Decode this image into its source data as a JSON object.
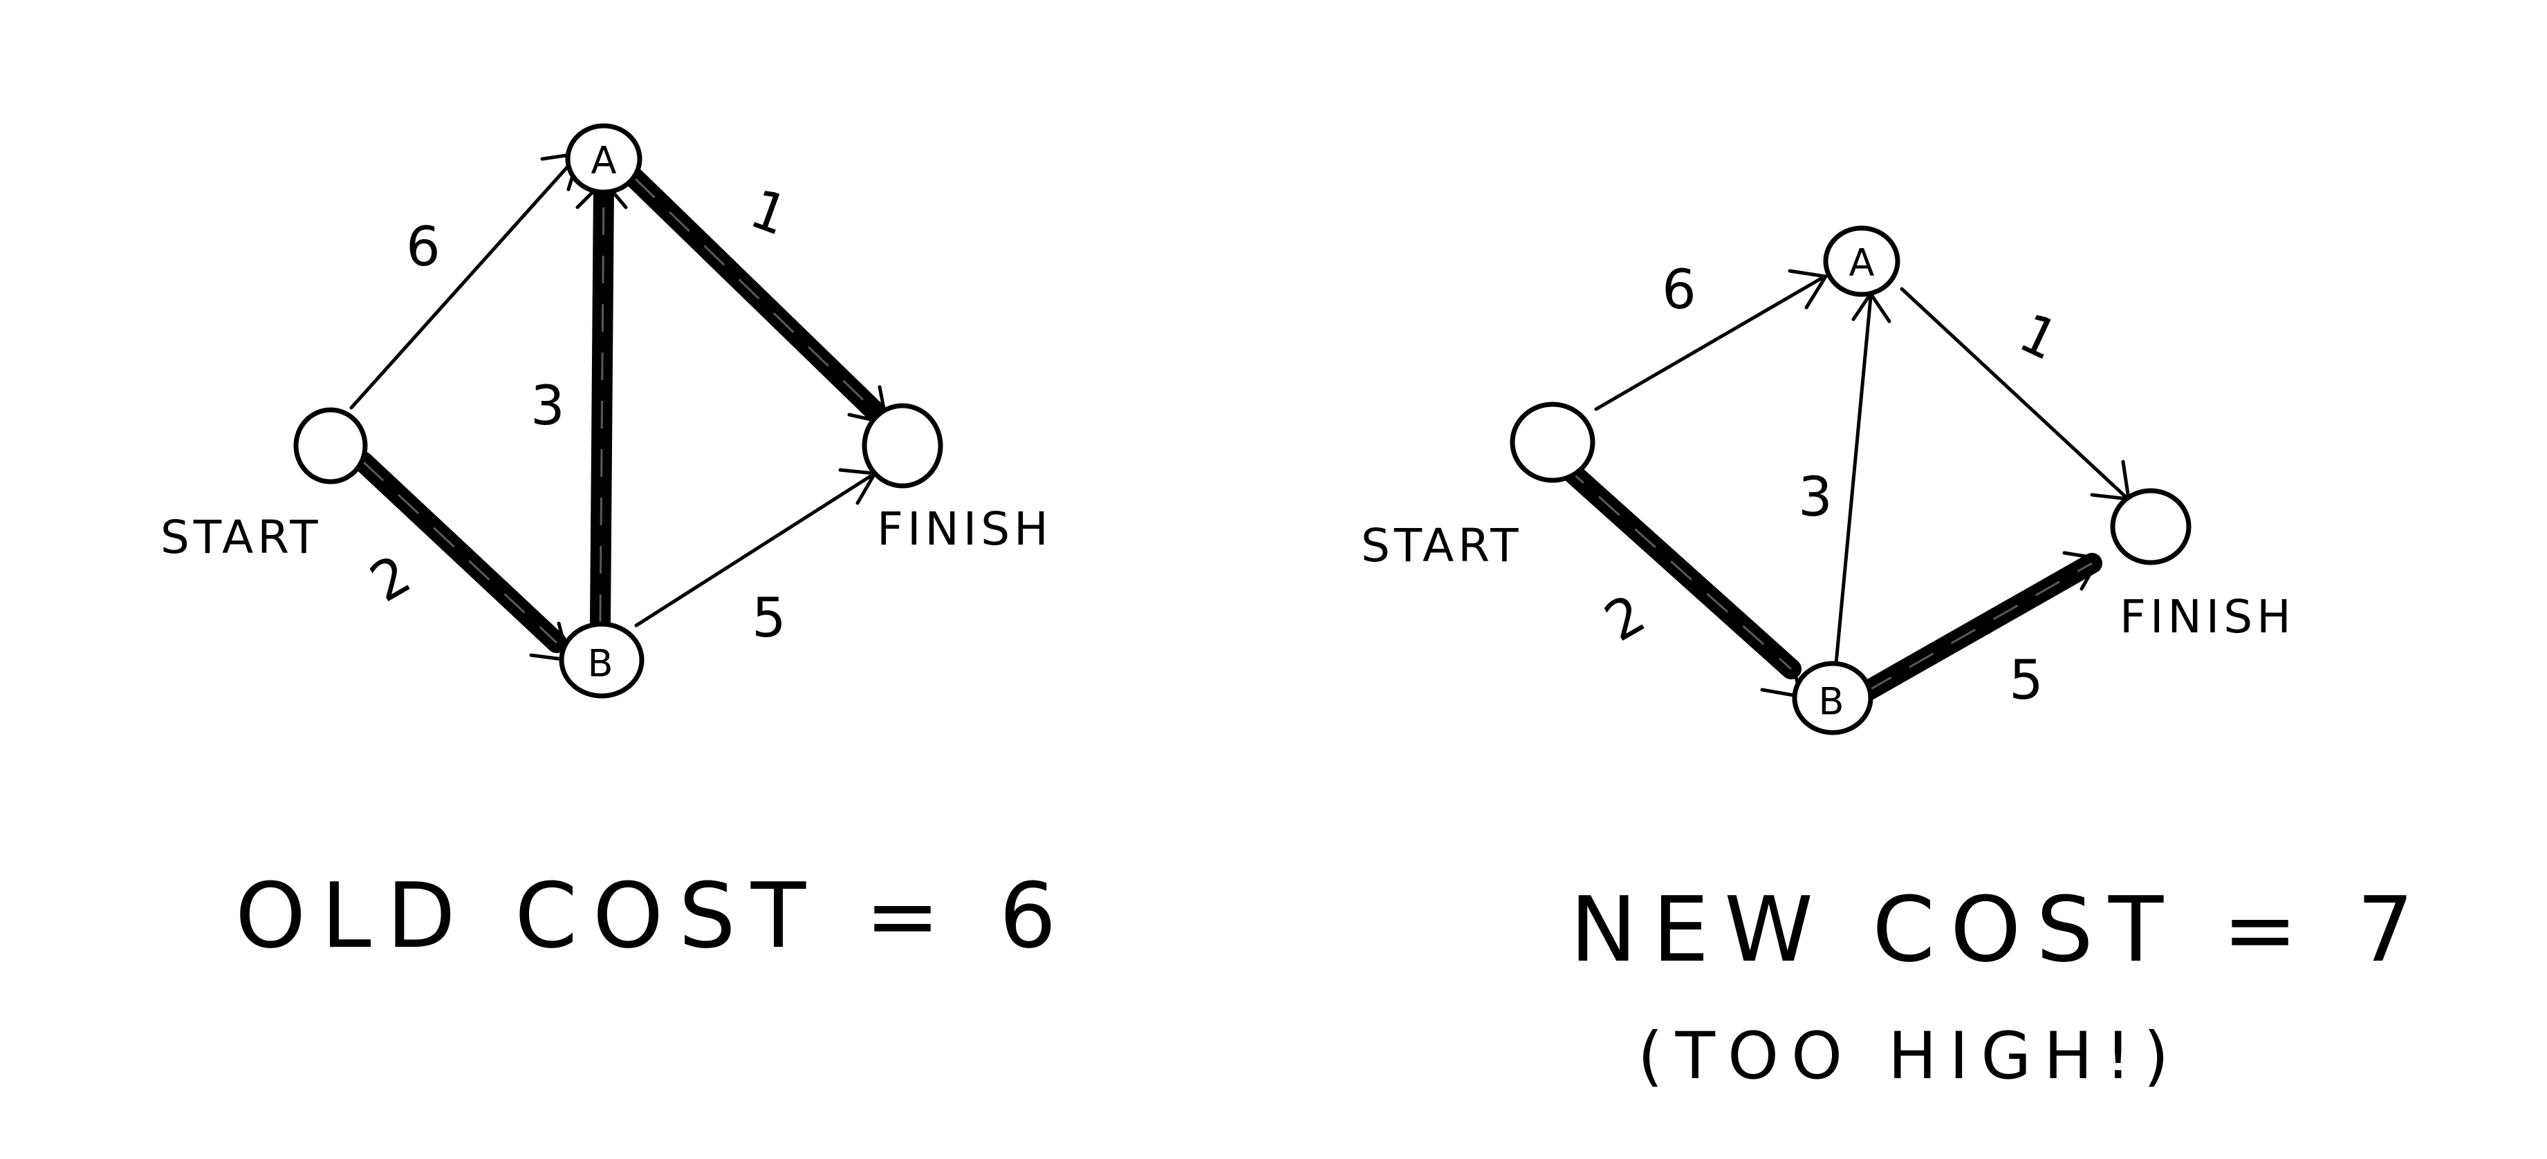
{
  "graphs": [
    {
      "id": "old",
      "nodes": {
        "start": {
          "label": "",
          "caption": "START"
        },
        "a": {
          "label": "A"
        },
        "b": {
          "label": "B"
        },
        "finish": {
          "label": "",
          "caption": "FINISH"
        }
      },
      "edges": [
        {
          "from": "start",
          "to": "a",
          "weight": "6",
          "highlighted": false
        },
        {
          "from": "start",
          "to": "b",
          "weight": "2",
          "highlighted": true
        },
        {
          "from": "b",
          "to": "a",
          "weight": "3",
          "highlighted": true
        },
        {
          "from": "a",
          "to": "finish",
          "weight": "1",
          "highlighted": true
        },
        {
          "from": "b",
          "to": "finish",
          "weight": "5",
          "highlighted": false
        }
      ],
      "cost_text": "OLD COST = 6",
      "note": ""
    },
    {
      "id": "new",
      "nodes": {
        "start": {
          "label": "",
          "caption": "START"
        },
        "a": {
          "label": "A"
        },
        "b": {
          "label": "B"
        },
        "finish": {
          "label": "",
          "caption": "FINISH"
        }
      },
      "edges": [
        {
          "from": "start",
          "to": "a",
          "weight": "6",
          "highlighted": false
        },
        {
          "from": "start",
          "to": "b",
          "weight": "2",
          "highlighted": true
        },
        {
          "from": "b",
          "to": "a",
          "weight": "3",
          "highlighted": false
        },
        {
          "from": "a",
          "to": "finish",
          "weight": "1",
          "highlighted": false
        },
        {
          "from": "b",
          "to": "finish",
          "weight": "5",
          "highlighted": true
        }
      ],
      "cost_text": "NEW COST = 7",
      "note": "(TOO HIGH!)"
    }
  ]
}
